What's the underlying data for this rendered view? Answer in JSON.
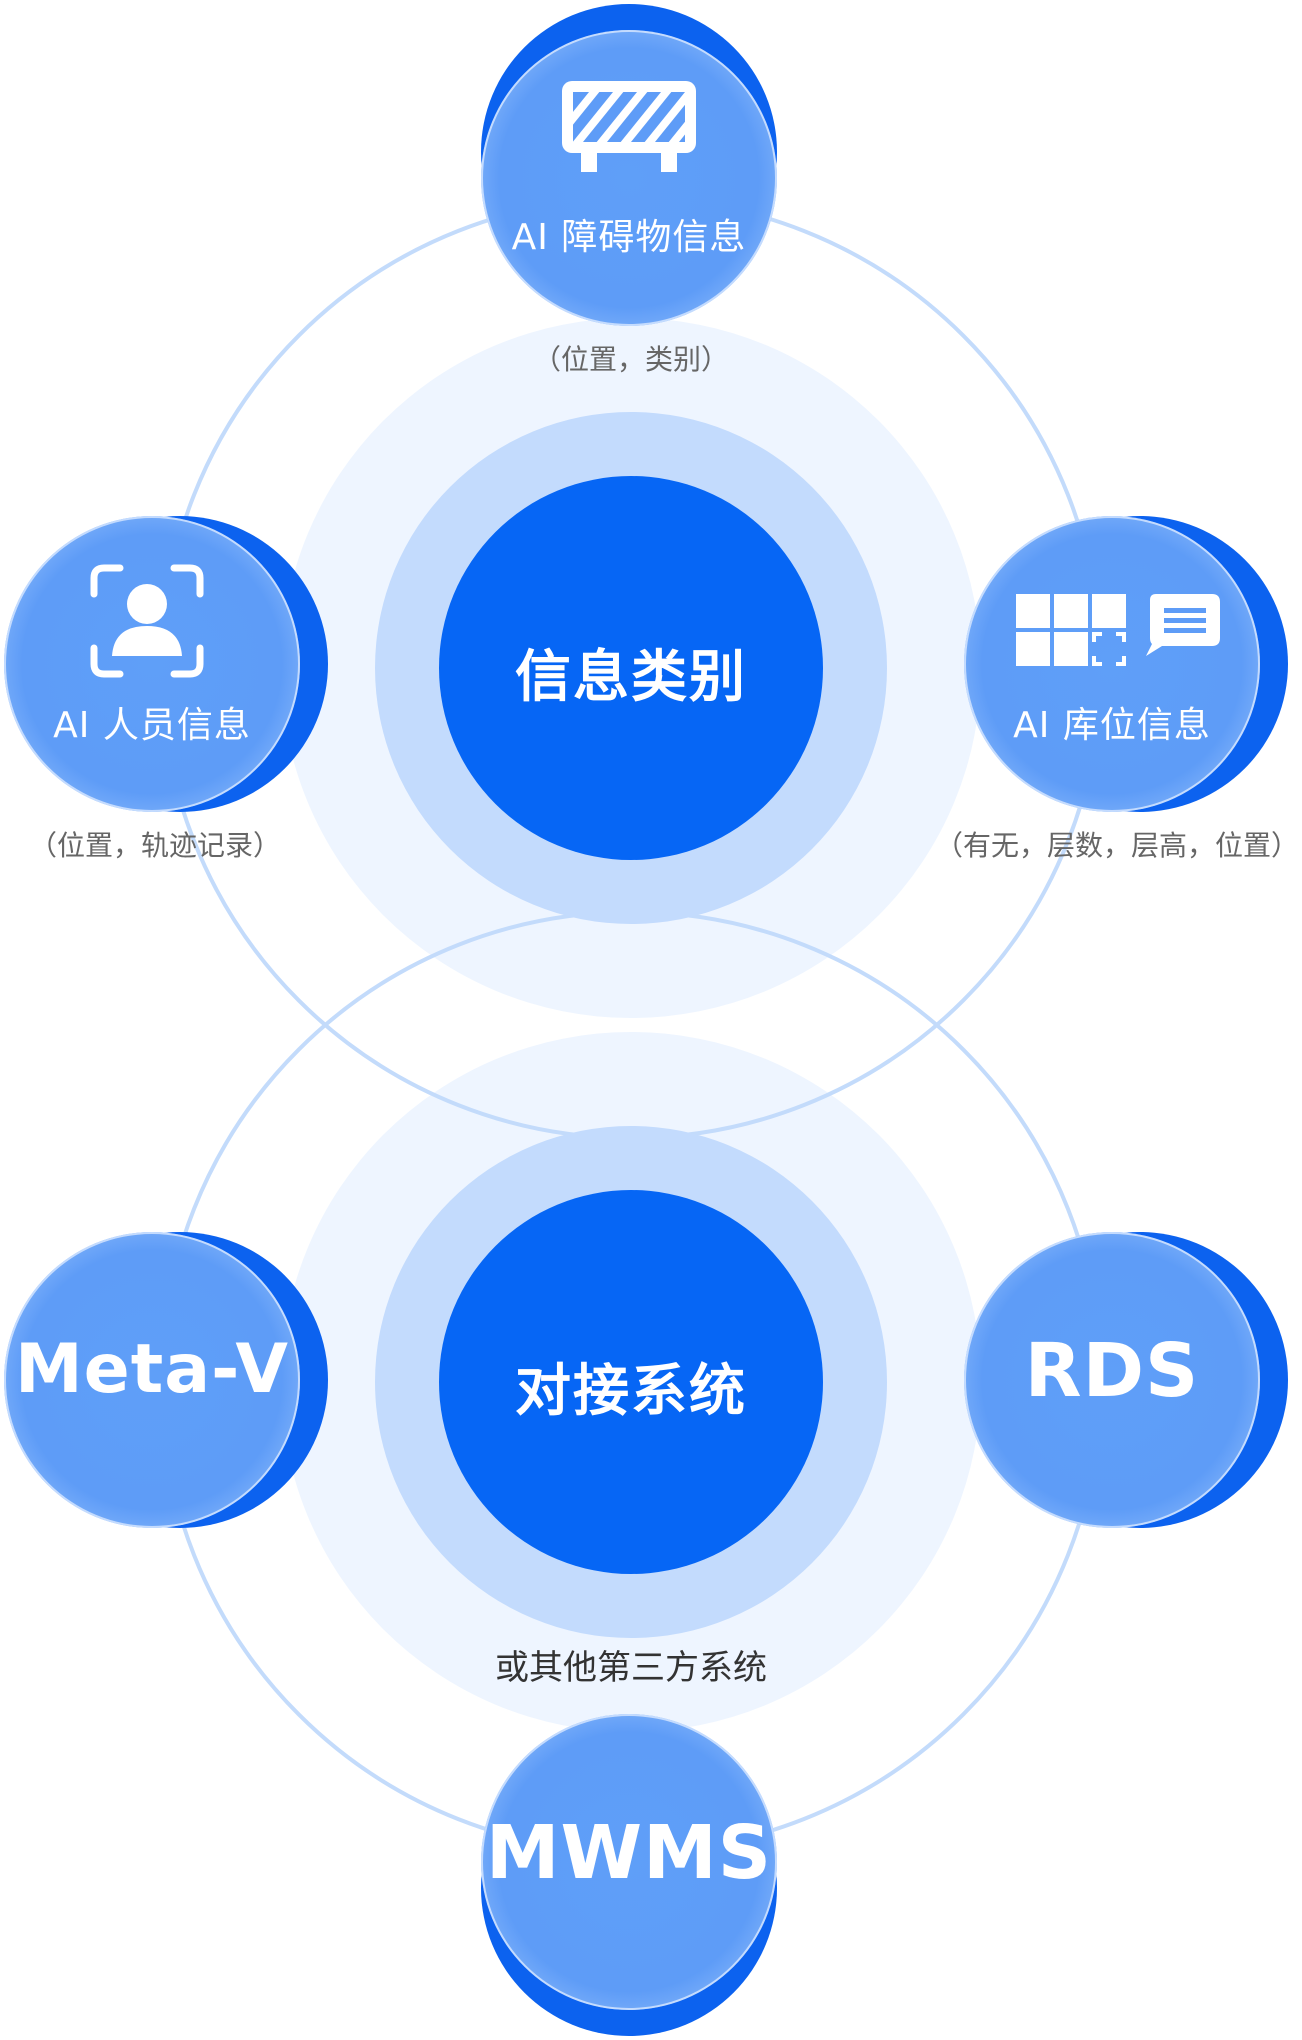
{
  "colors": {
    "accent": "#0666f5",
    "node": "#5e9cf7",
    "node_shadow": "#0c62ef",
    "halo_inner": "#c3dbfd",
    "halo_outer": "#eef5ff",
    "ring": "#c3dbfb"
  },
  "upper": {
    "center": "信息类别",
    "nodes": [
      {
        "id": "obstacle",
        "icon": "barrier-icon",
        "label": "AI 障碍物信息",
        "detail": "（位置，类别）"
      },
      {
        "id": "person",
        "icon": "person-scan-icon",
        "label": "AI 人员信息",
        "detail": "（位置，轨迹记录）"
      },
      {
        "id": "storage",
        "icon": "grid-message-icon",
        "label": "AI 库位信息",
        "detail": "（有无，层数，层高，位置）"
      }
    ]
  },
  "lower": {
    "center": "对接系统",
    "caption": "或其他第三方系统",
    "systems": [
      "Meta-V",
      "RDS",
      "MWMS"
    ]
  }
}
